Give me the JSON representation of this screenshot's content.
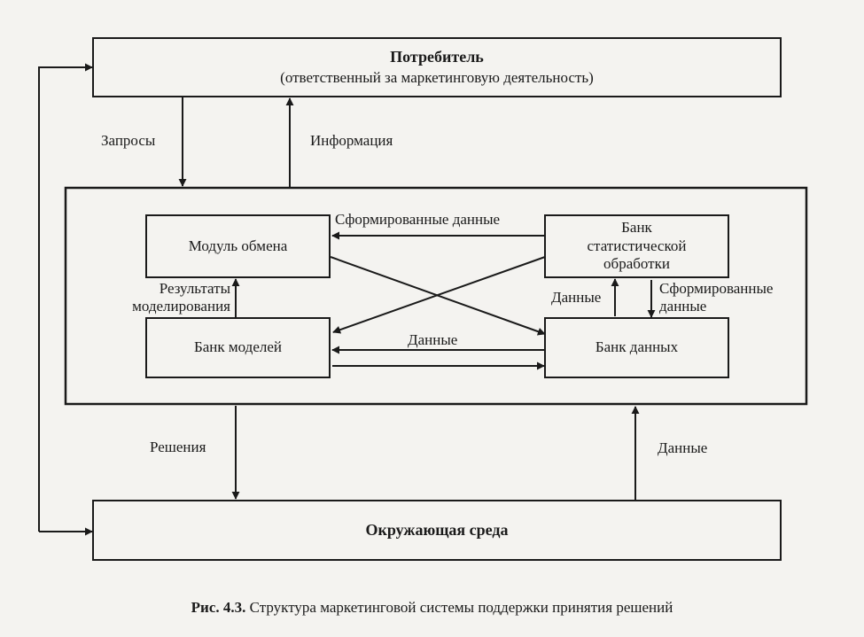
{
  "nodes": {
    "consumer_title": "Потребитель",
    "consumer_subtitle": "(ответственный за маркетинговую деятельность)",
    "exchange_module": "Модуль обмена",
    "stat_bank": "Банк статистической обработки",
    "model_bank": "Банк моделей",
    "data_bank": "Банк данных",
    "environment": "Окружающая среда"
  },
  "labels": {
    "requests": "Запросы",
    "information": "Информация",
    "formed_data_top": "Сформированные данные",
    "modeling_results": "Результаты моделирования",
    "data_stat": "Данные",
    "formed_data_right": "Сформированные данные",
    "data_middle": "Данные",
    "decisions": "Решения",
    "data_env": "Данные"
  },
  "caption": {
    "prefix": "Рис. 4.3.",
    "text": "Структура маркетинговой системы поддержки принятия решений"
  }
}
